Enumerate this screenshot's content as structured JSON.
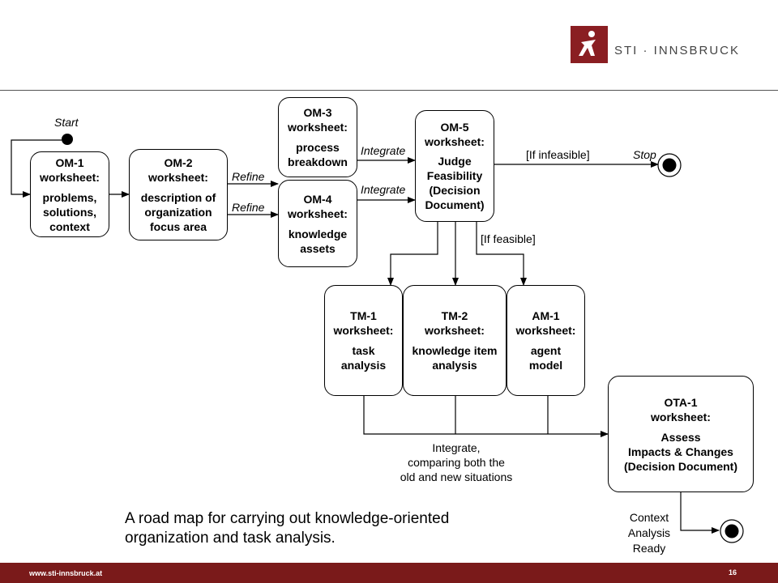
{
  "brand": {
    "name": "STI · INNSBRUCK",
    "accent": "#8a1e22"
  },
  "nodes": {
    "om1": {
      "title": "OM-1",
      "subtitle": "worksheet:",
      "desc": "problems,\nsolutions,\ncontext"
    },
    "om2": {
      "title": "OM-2",
      "subtitle": "worksheet:",
      "desc": "description of\norganization\nfocus area"
    },
    "om3": {
      "title": "OM-3",
      "subtitle": "worksheet:",
      "desc": "process\nbreakdown"
    },
    "om4": {
      "title": "OM-4",
      "subtitle": "worksheet:",
      "desc": "knowledge\nassets"
    },
    "om5": {
      "title": "OM-5",
      "subtitle": "worksheet:",
      "desc": "Judge\nFeasibility\n(Decision\nDocument)"
    },
    "tm1": {
      "title": "TM-1",
      "subtitle": "worksheet:",
      "desc": "task\nanalysis"
    },
    "tm2": {
      "title": "TM-2",
      "subtitle": "worksheet:",
      "desc": "knowledge item\nanalysis"
    },
    "am1": {
      "title": "AM-1",
      "subtitle": "worksheet:",
      "desc": "agent\nmodel"
    },
    "ota1": {
      "title": "OTA-1",
      "subtitle": "worksheet:",
      "desc": "Assess\nImpacts & Changes\n(Decision Document)"
    }
  },
  "labels": {
    "start": "Start",
    "stop": "Stop",
    "refine_1": "Refine",
    "refine_2": "Refine",
    "integrate_1": "Integrate",
    "integrate_2": "Integrate",
    "if_infeasible": "[If infeasible]",
    "if_feasible": "[If feasible]",
    "integrate_compare": "Integrate,\ncomparing both the\nold and new situations",
    "context_ready": "Context\nAnalysis\nReady"
  },
  "caption": "A road map for carrying out knowledge-oriented\norganization and task analysis.",
  "footer": {
    "url": "www.sti-innsbruck.at",
    "page": "16"
  }
}
